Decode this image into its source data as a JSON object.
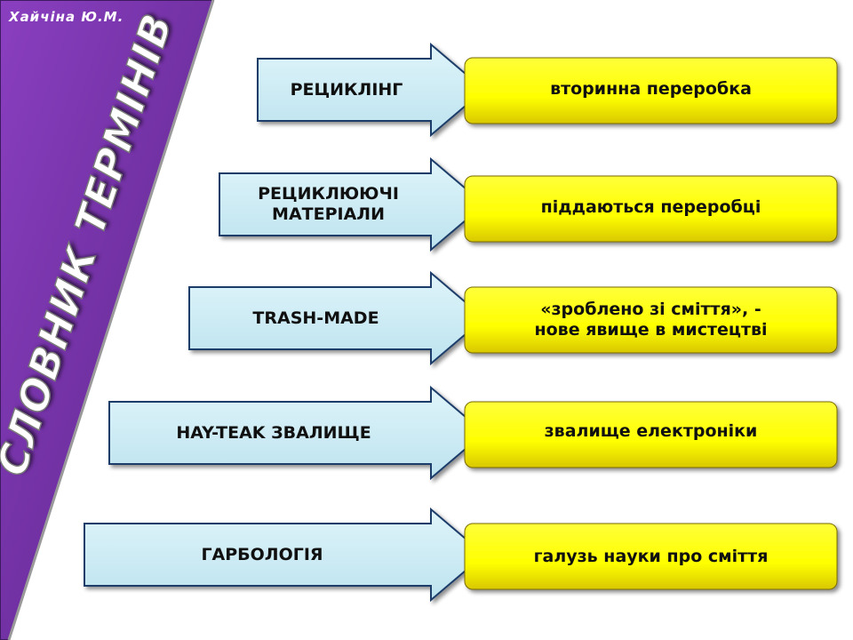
{
  "slide": {
    "author": "Хайчіна  Ю.М.",
    "title": "СЛОВНИК ТЕРМІНІВ",
    "colors": {
      "side_panel": "#6b2f9e",
      "arrow_fill": "#cdeaf4",
      "arrow_stroke": "#1f3d6b",
      "definition_fill": "#ffff00"
    }
  },
  "terms": [
    {
      "term": "РЕЦИКЛІНГ",
      "definition": "вторинна переробка"
    },
    {
      "term": "РЕЦИКЛЮЮЧІ\nМАТЕРІАЛИ",
      "definition": "піддаються переробці"
    },
    {
      "term": "TRASH-MADE",
      "definition": "«зроблено зі сміття», -\nнове явище в мистецтві"
    },
    {
      "term": "HAY-TEAK ЗВАЛИЩЕ",
      "definition": "звалище електроніки"
    },
    {
      "term": "ГАРБОЛОГІЯ",
      "definition": "галузь науки про сміття"
    }
  ]
}
